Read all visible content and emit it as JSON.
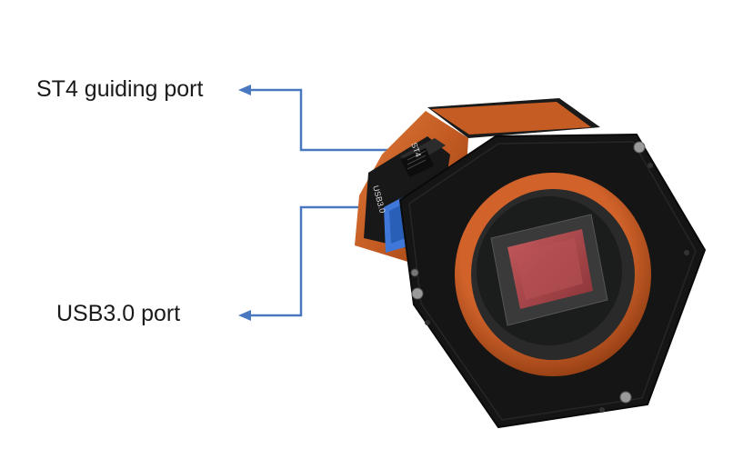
{
  "labels": {
    "st4": "ST4 guiding port",
    "usb": "USB3.0 port"
  },
  "camera": {
    "port_text_st4": "ST4",
    "port_text_usb": "USB3.0"
  },
  "colors": {
    "arrow": "#4a78c0",
    "body_orange": "#c8642a",
    "face_black": "#141414",
    "sensor_red": "#a8484c"
  }
}
